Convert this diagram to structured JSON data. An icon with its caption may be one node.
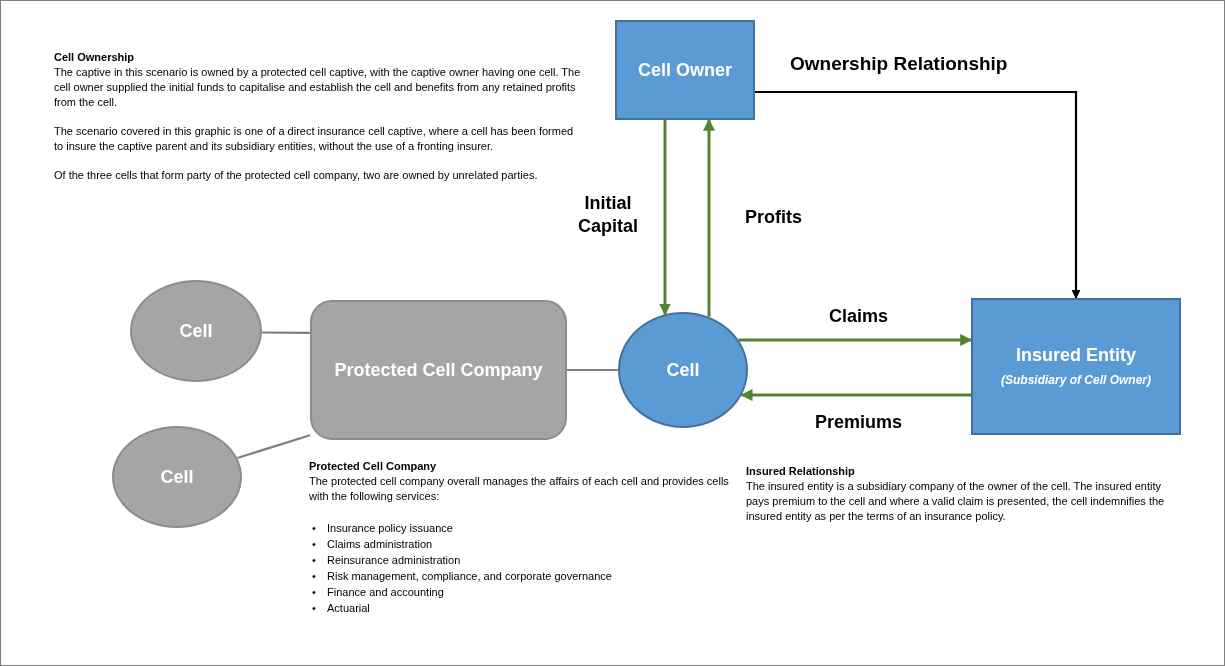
{
  "diagram": {
    "nodes": [
      {
        "text": [
          "Cell Owner"
        ]
      },
      {
        "text": [
          "Cell"
        ]
      },
      {
        "text": [
          "Cell"
        ]
      },
      {
        "text": [
          "Protected Cell Company"
        ]
      },
      {
        "text": [
          "Cell"
        ]
      },
      {
        "text": [
          "Insured Entity",
          "(Subsidiary of Cell Owner)"
        ]
      }
    ],
    "edges": [
      {
        "from": 0,
        "to": 5,
        "arrow": "to",
        "label": "Ownership Relationship",
        "color": "#000000"
      },
      {
        "from": 0,
        "to": 4,
        "arrow": "to",
        "label": "Initial Capital"
      },
      {
        "from": 4,
        "to": 0,
        "arrow": "to",
        "label": "Profits"
      },
      {
        "from": 4,
        "to": 5,
        "arrow": "to",
        "label": "Claims"
      },
      {
        "from": 5,
        "to": 4,
        "arrow": "to",
        "label": "Premiums"
      },
      {
        "from": 1,
        "to": 3,
        "arrow": "none",
        "color": "#7f7f7f"
      },
      {
        "from": 2,
        "to": 3,
        "arrow": "none",
        "color": "#7f7f7f"
      },
      {
        "from": 3,
        "to": 4,
        "arrow": "none",
        "color": "#7f7f7f"
      }
    ],
    "labels": [
      "Cell Ownership",
      "The captive in this scenario is owned by a protected cell captive, with the captive owner having one cell. The cell owner supplied the initial funds to capitalise and establish the cell and benefits from any retained profits from the cell.",
      "The scenario covered in this graphic is one of a direct insurance cell captive, where a cell has been formed to insure the captive parent and its subsidiary entities, without the use of a fronting insurer.",
      "Of the three cells that form party of the protected cell company, two are owned by unrelated parties.",
      "Protected Cell Company",
      "The protected cell company overall manages the affairs of each cell and provides cells with the following services:",
      "•",
      "Insurance policy issuance",
      "•",
      "Claims administration",
      "•",
      "Reinsurance administration",
      "•",
      "Risk management, compliance, and corporate governance",
      "•",
      "Finance and accounting",
      "•",
      "Actuarial",
      "Insured Relationship",
      "The insured entity is a subsidiary company of the owner of the cell. The insured entity pays premium to the cell and where a valid claim is presented, the cell indemnifies the insured entity as per the terms of an insurance policy."
    ]
  }
}
